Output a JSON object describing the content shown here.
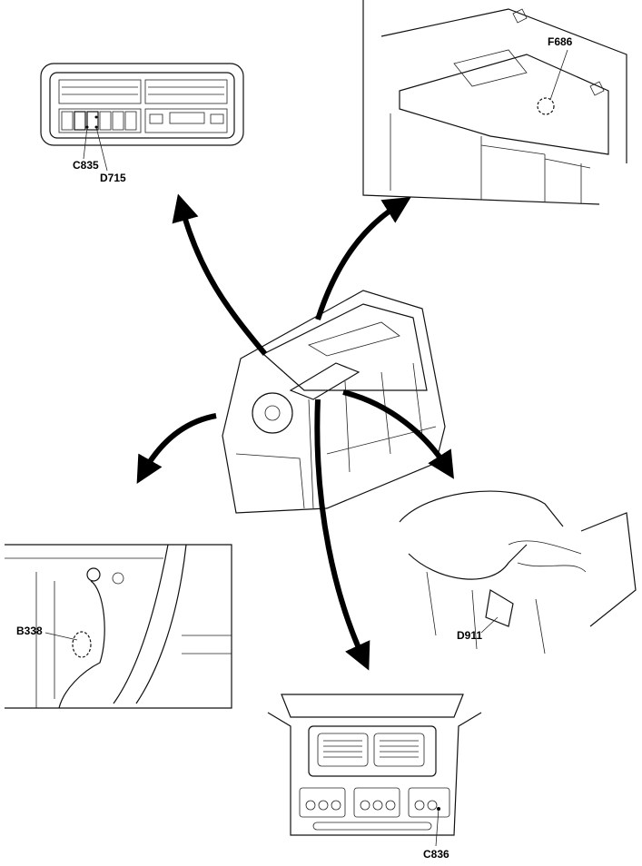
{
  "diagram": {
    "labels": {
      "c835": "C835",
      "d715": "D715",
      "f686": "F686",
      "b338": "B338",
      "d911": "D911",
      "c836": "C836"
    }
  }
}
